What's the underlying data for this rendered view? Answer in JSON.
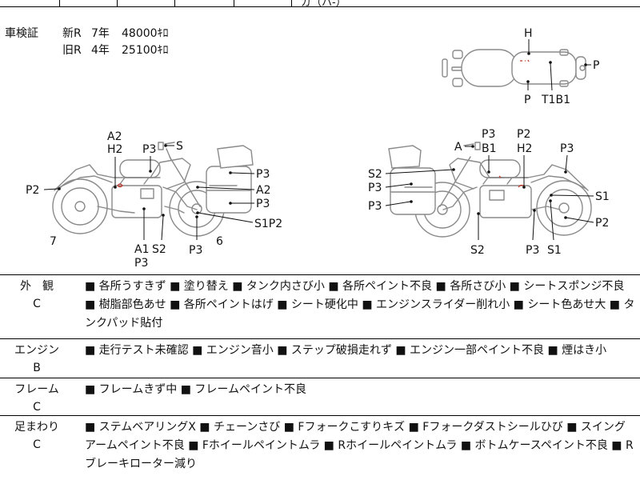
{
  "header_fragment": "ガ（ハ-）",
  "shaken": {
    "label": "車検証",
    "new": {
      "type": "新R",
      "years": "7年",
      "price": "48000ｷﾛ"
    },
    "old": {
      "type": "旧R",
      "years": "4年",
      "price": "25100ｷﾛ"
    }
  },
  "top_view": {
    "labels": [
      "H",
      "P",
      "P",
      "T1B1"
    ]
  },
  "left_view": {
    "labels": [
      "A2",
      "H2",
      "P3",
      "S",
      "P2",
      "P3",
      "A2",
      "P3",
      "S1P2",
      "7",
      "A1",
      "S2",
      "P3",
      "P3",
      "6"
    ]
  },
  "right_view": {
    "labels": [
      "P3",
      "B1",
      "A",
      "P2",
      "H2",
      "P3",
      "S2",
      "P3",
      "P3",
      "S1",
      "P2",
      "S2",
      "P3",
      "S1"
    ]
  },
  "rows": [
    {
      "name": "外　観",
      "grade": "C",
      "text": "■ 各所うすきず ■ 塗り替え ■ タンク内さび小 ■ 各所ペイント不良 ■ 各所さび小 ■ シートスポンジ不良 ■ 樹脂部色あせ ■ 各所ペイントはげ ■ シート硬化中 ■ エンジンスライダー削れ小 ■ シート色あせ大 ■ タンクパッド貼付"
    },
    {
      "name": "エンジン",
      "grade": "B",
      "text": "■ 走行テスト未確認 ■ エンジン音小 ■ ステップ破損走れず ■ エンジン一部ペイント不良 ■ 煙はき小"
    },
    {
      "name": "フレーム",
      "grade": "C",
      "text": "■ フレームきず中 ■ フレームペイント不良"
    },
    {
      "name": "足まわり",
      "grade": "C",
      "text": "■ ステムベアリングX ■ チェーンさび ■ Fフォークこすりキズ ■ Fフォークダストシールひび ■ スイングアームペイント不良 ■ Fホイールペイントムラ ■ Rホイールペイントムラ ■ ボトムケースペイント不良 ■ Rブレーキローター減り"
    }
  ]
}
